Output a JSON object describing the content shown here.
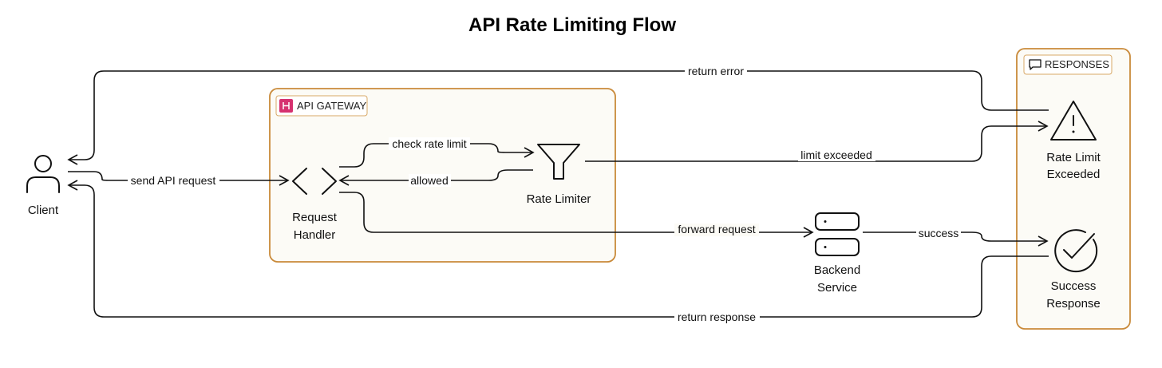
{
  "title": "API Rate Limiting Flow",
  "groups": {
    "gateway": {
      "label": "API GATEWAY",
      "icon": "api-gateway-icon",
      "accent": "#d6316f"
    },
    "responses": {
      "label": "RESPONSES",
      "icon": "speech-bubble-icon"
    }
  },
  "nodes": {
    "client": {
      "label": "Client",
      "icon": "user-icon"
    },
    "request_handler": {
      "label_line1": "Request",
      "label_line2": "Handler",
      "icon": "code-brackets-icon"
    },
    "rate_limiter": {
      "label": "Rate Limiter",
      "icon": "funnel-icon"
    },
    "backend": {
      "label_line1": "Backend",
      "label_line2": "Service",
      "icon": "server-icon"
    },
    "rate_limit_exceeded": {
      "label_line1": "Rate Limit",
      "label_line2": "Exceeded",
      "icon": "warning-triangle-icon"
    },
    "success_response": {
      "label_line1": "Success",
      "label_line2": "Response",
      "icon": "check-circle-icon"
    }
  },
  "edges": {
    "send_api_request": "send API request",
    "check_rate_limit": "check rate limit",
    "allowed": "allowed",
    "forward_request": "forward request",
    "limit_exceeded": "limit exceeded",
    "success": "success",
    "return_error": "return error",
    "return_response": "return response"
  },
  "colors": {
    "group_border": "#c98a3a",
    "group_fill": "#fcfbf6",
    "line": "#111111"
  }
}
